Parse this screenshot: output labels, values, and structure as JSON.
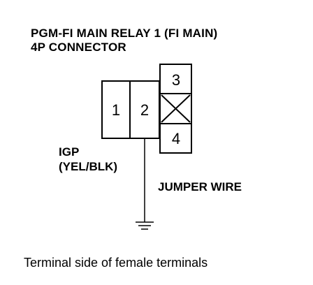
{
  "diagram": {
    "title_line1": "PGM-FI MAIN RELAY 1 (FI MAIN)",
    "title_line2": "4P CONNECTOR",
    "terminals": [
      "1",
      "2",
      "3",
      "4"
    ],
    "wire_label": "IGP",
    "wire_color": "(YEL/BLK)",
    "jumper_label": "JUMPER WIRE",
    "caption": "Terminal side of female terminals"
  }
}
